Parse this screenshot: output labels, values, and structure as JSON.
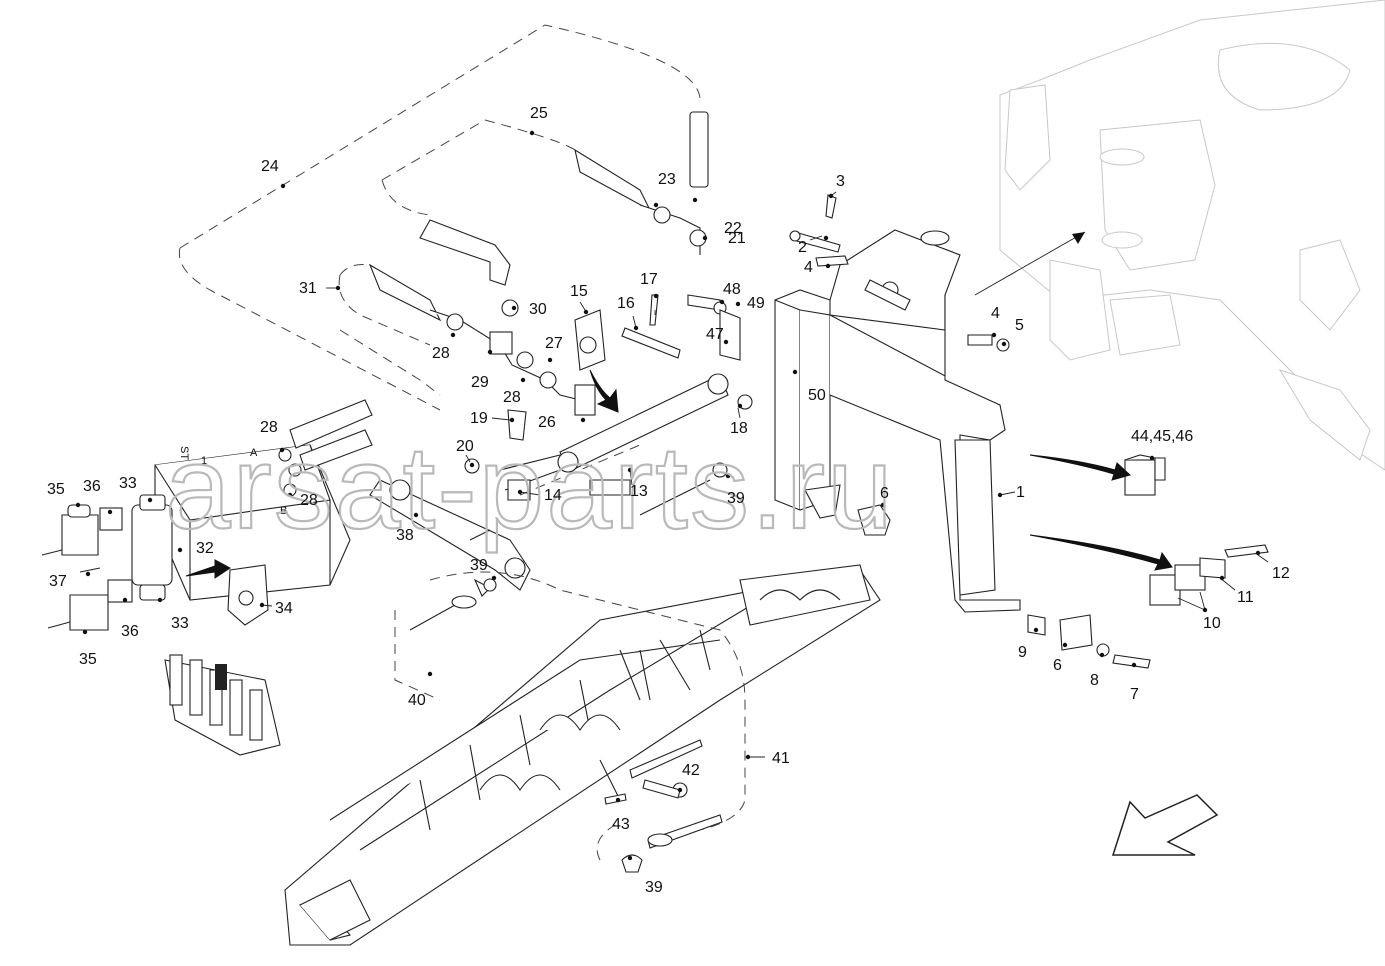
{
  "watermark": "arsat-parts.ru",
  "corner_mark": "■ ▪ ▪▪▪",
  "port_labels": {
    "a": "A",
    "b": "B",
    "one": "1",
    "st": "ST"
  },
  "callouts": [
    {
      "id": "c1",
      "text": "1"
    },
    {
      "id": "c2",
      "text": "2"
    },
    {
      "id": "c3",
      "text": "3"
    },
    {
      "id": "c4a",
      "text": "4"
    },
    {
      "id": "c4b",
      "text": "4"
    },
    {
      "id": "c5",
      "text": "5"
    },
    {
      "id": "c6a",
      "text": "6"
    },
    {
      "id": "c6b",
      "text": "6"
    },
    {
      "id": "c7",
      "text": "7"
    },
    {
      "id": "c8",
      "text": "8"
    },
    {
      "id": "c9",
      "text": "9"
    },
    {
      "id": "c10",
      "text": "10"
    },
    {
      "id": "c11",
      "text": "11"
    },
    {
      "id": "c12",
      "text": "12"
    },
    {
      "id": "c13",
      "text": "13"
    },
    {
      "id": "c14",
      "text": "14"
    },
    {
      "id": "c15",
      "text": "15"
    },
    {
      "id": "c16",
      "text": "16"
    },
    {
      "id": "c17",
      "text": "17"
    },
    {
      "id": "c18",
      "text": "18"
    },
    {
      "id": "c19",
      "text": "19"
    },
    {
      "id": "c20",
      "text": "20"
    },
    {
      "id": "c21",
      "text": "21"
    },
    {
      "id": "c22",
      "text": "22"
    },
    {
      "id": "c23",
      "text": "23"
    },
    {
      "id": "c24",
      "text": "24"
    },
    {
      "id": "c25",
      "text": "25"
    },
    {
      "id": "c26",
      "text": "26"
    },
    {
      "id": "c27",
      "text": "27"
    },
    {
      "id": "c28a",
      "text": "28"
    },
    {
      "id": "c28b",
      "text": "28"
    },
    {
      "id": "c28c",
      "text": "28"
    },
    {
      "id": "c28d",
      "text": "28"
    },
    {
      "id": "c29",
      "text": "29"
    },
    {
      "id": "c30",
      "text": "30"
    },
    {
      "id": "c31",
      "text": "31"
    },
    {
      "id": "c32",
      "text": "32"
    },
    {
      "id": "c33a",
      "text": "33"
    },
    {
      "id": "c33b",
      "text": "33"
    },
    {
      "id": "c34",
      "text": "34"
    },
    {
      "id": "c35a",
      "text": "35"
    },
    {
      "id": "c35b",
      "text": "35"
    },
    {
      "id": "c36a",
      "text": "36"
    },
    {
      "id": "c36b",
      "text": "36"
    },
    {
      "id": "c37",
      "text": "37"
    },
    {
      "id": "c38",
      "text": "38"
    },
    {
      "id": "c39a",
      "text": "39"
    },
    {
      "id": "c39b",
      "text": "39"
    },
    {
      "id": "c39c",
      "text": "39"
    },
    {
      "id": "c40",
      "text": "40"
    },
    {
      "id": "c41",
      "text": "41"
    },
    {
      "id": "c42",
      "text": "42"
    },
    {
      "id": "c43",
      "text": "43"
    },
    {
      "id": "c44",
      "text": "44,45,46"
    },
    {
      "id": "c47",
      "text": "47"
    },
    {
      "id": "c48",
      "text": "48"
    },
    {
      "id": "c49",
      "text": "49"
    },
    {
      "id": "c50",
      "text": "50"
    }
  ]
}
